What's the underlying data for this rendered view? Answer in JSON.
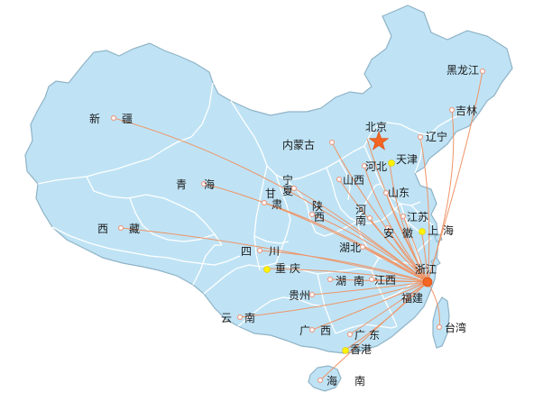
{
  "hub": "浙江",
  "colors": {
    "land": "#bfe3f5",
    "border": "#ffffff",
    "outline": "#8fb3c6",
    "route": "#ef9466",
    "dot": "#e9a08a",
    "hub": "#f26522",
    "capital": "#f26522",
    "highlight": "#fff200",
    "sea": "#ffffff"
  },
  "labels": {
    "xinjiang_1": "新",
    "xinjiang_2": "疆",
    "qinghai_1": "青",
    "qinghai_2": "海",
    "xizang_1": "西",
    "xizang_2": "藏",
    "neimenggu": "内蒙古",
    "heilongjiang": "黑龙江",
    "jilin": "吉林",
    "liaoning": "辽宁",
    "beijing": "北京",
    "tianjin": "天津",
    "hebei": "河北",
    "shanxi": "山西",
    "shandong": "山东",
    "ningxia_1": "宁",
    "ningxia_2": "夏",
    "gansu_1": "甘",
    "gansu_2": "肃",
    "shaanxi_1": "陕",
    "shaanxi_2": "西",
    "henan_1": "河",
    "henan_2": "南",
    "jiangsu": "江苏",
    "anhui_1": "安",
    "anhui_2": "徽",
    "shanghai_1": "上",
    "shanghai_2": "海",
    "sichuan_1": "四",
    "sichuan_2": "川",
    "hubei": "湖北",
    "zhejiang": "浙江",
    "chongqing_1": "重",
    "chongqing_2": "庆",
    "hunan_1": "湖",
    "hunan_2": "南",
    "jiangxi": "江西",
    "guizhou": "贵州",
    "fujian": "福建",
    "yunnan_1": "云",
    "yunnan_2": "南",
    "guangxi_1": "广",
    "guangxi_2": "西",
    "guangdong_1": "广",
    "guangdong_2": "东",
    "xianggang": "香港",
    "taiwan": "台湾",
    "hainan_1": "海",
    "hainan_2": "南"
  },
  "routes": [
    "新疆",
    "青海",
    "西藏",
    "内蒙古",
    "黑龙江",
    "吉林",
    "辽宁",
    "北京",
    "天津",
    "河北",
    "山西",
    "山东",
    "宁夏",
    "甘肃",
    "陕西",
    "河南",
    "江苏",
    "安徽",
    "上海",
    "四川",
    "湖北",
    "重庆",
    "湖南",
    "江西",
    "贵州",
    "福建",
    "云南",
    "广西",
    "广东",
    "香港",
    "台湾",
    "海南"
  ]
}
